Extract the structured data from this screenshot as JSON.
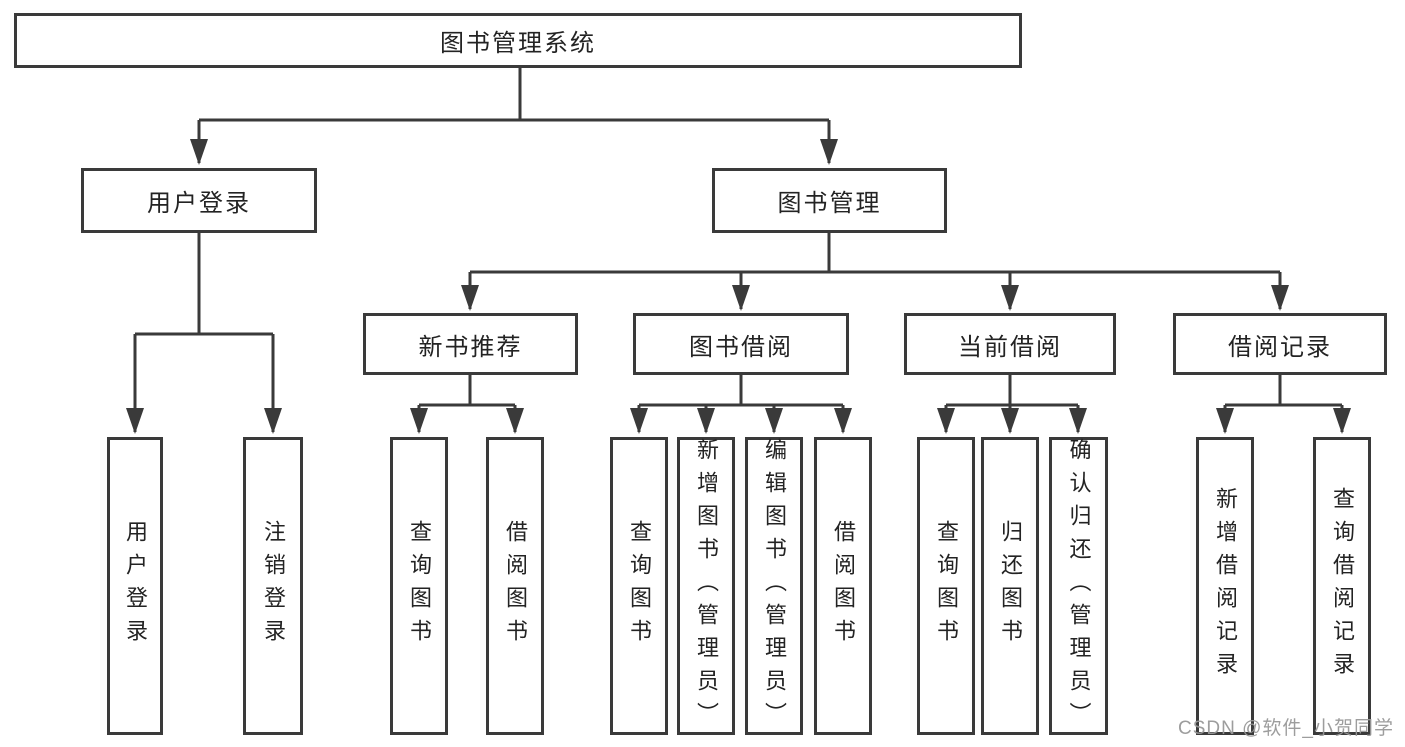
{
  "diagram": {
    "type": "hierarchy-tree",
    "title": "图书管理系统",
    "watermark": "CSDN @软件_小贺同学",
    "colors": {
      "line": "#3a3a3a",
      "box_border": "#3a3a3a",
      "text": "#232323",
      "background": "#ffffff",
      "watermark": "#989898"
    }
  },
  "nodes": {
    "root": "图书管理系统",
    "user_login": "用户登录",
    "book_management": "图书管理",
    "new_book_recommend": "新书推荐",
    "book_borrowing": "图书借阅",
    "current_borrowing": "当前借阅",
    "borrowing_records": "借阅记录",
    "leaf_user_login": "用户登录",
    "leaf_logout": "注销登录",
    "leaf_query_books_recommend": "查询图书",
    "leaf_borrow_books_recommend": "借阅图书",
    "leaf_query_books_borrowing": "查询图书",
    "leaf_add_book_admin": "新增图书（管理员）",
    "leaf_edit_book_admin": "编辑图书（管理员）",
    "leaf_borrow_books_borrowing": "借阅图书",
    "leaf_query_books_current": "查询图书",
    "leaf_return_books": "归还图书",
    "leaf_confirm_return_admin": "确认归还（管理员）",
    "leaf_add_borrow_record": "新增借阅记录",
    "leaf_query_borrow_record": "查询借阅记录"
  },
  "hierarchy": {
    "图书管理系统": [
      "用户登录",
      "图书管理"
    ],
    "用户登录": [
      "用户登录",
      "注销登录"
    ],
    "图书管理": [
      "新书推荐",
      "图书借阅",
      "当前借阅",
      "借阅记录"
    ],
    "新书推荐": [
      "查询图书",
      "借阅图书"
    ],
    "图书借阅": [
      "查询图书",
      "新增图书（管理员）",
      "编辑图书（管理员）",
      "借阅图书"
    ],
    "当前借阅": [
      "查询图书",
      "归还图书",
      "确认归还（管理员）"
    ],
    "借阅记录": [
      "新增借阅记录",
      "查询借阅记录"
    ]
  }
}
